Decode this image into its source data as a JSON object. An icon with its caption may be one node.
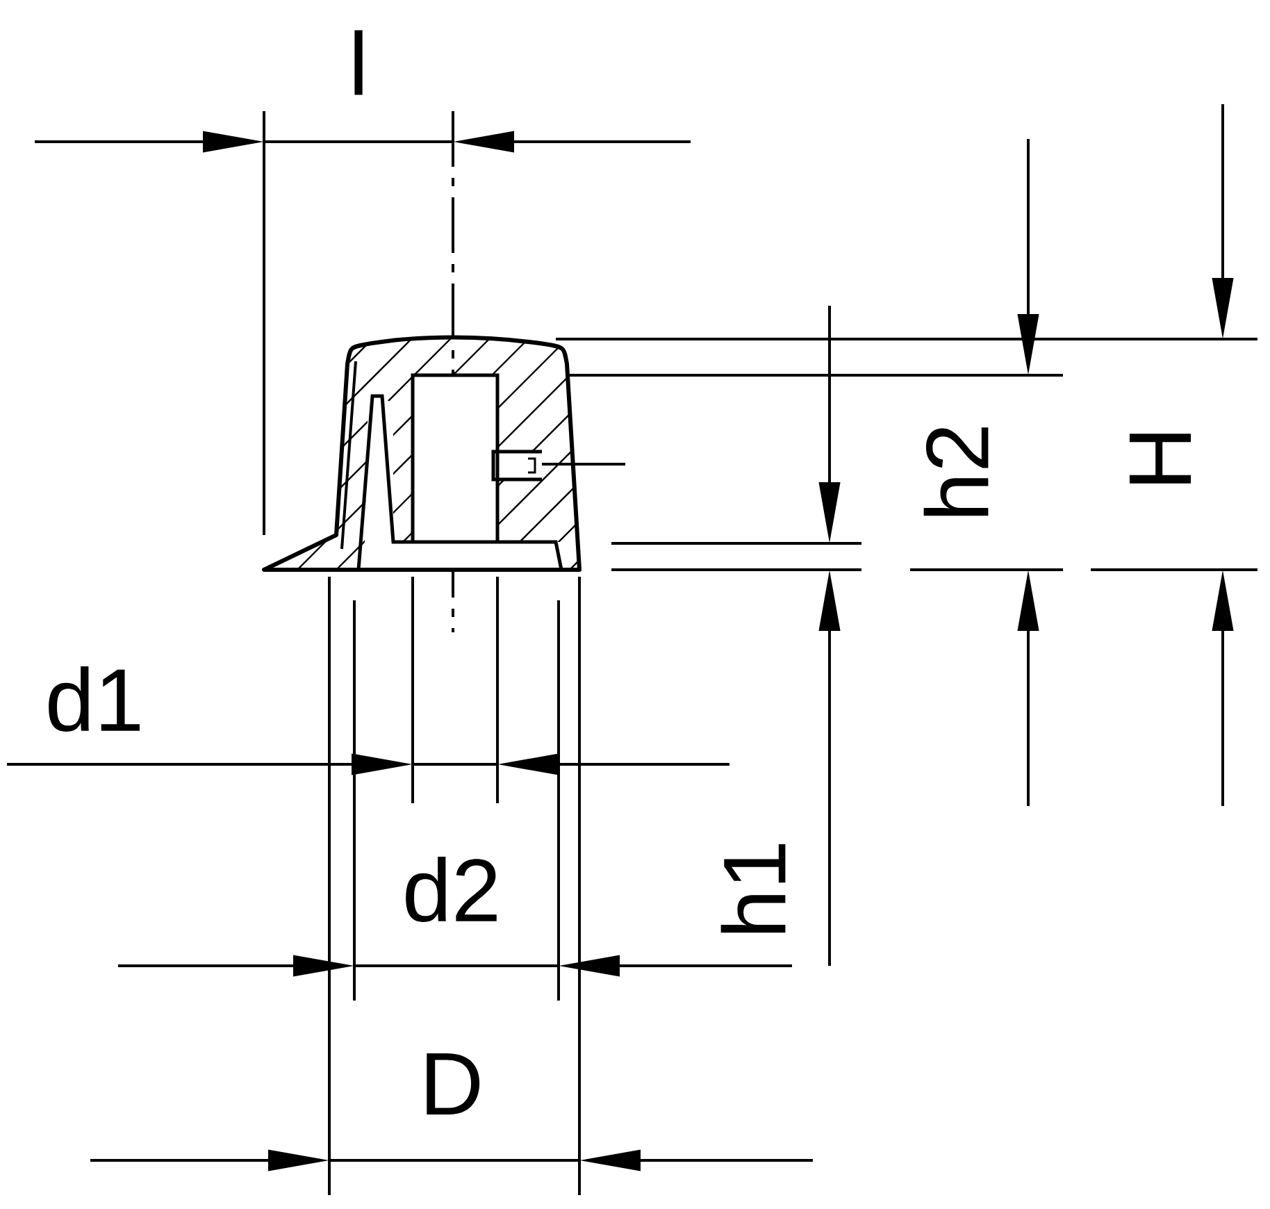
{
  "diagram": {
    "labels": [
      "l",
      "h2",
      "H",
      "d1",
      "d2",
      "h1",
      "D"
    ]
  }
}
